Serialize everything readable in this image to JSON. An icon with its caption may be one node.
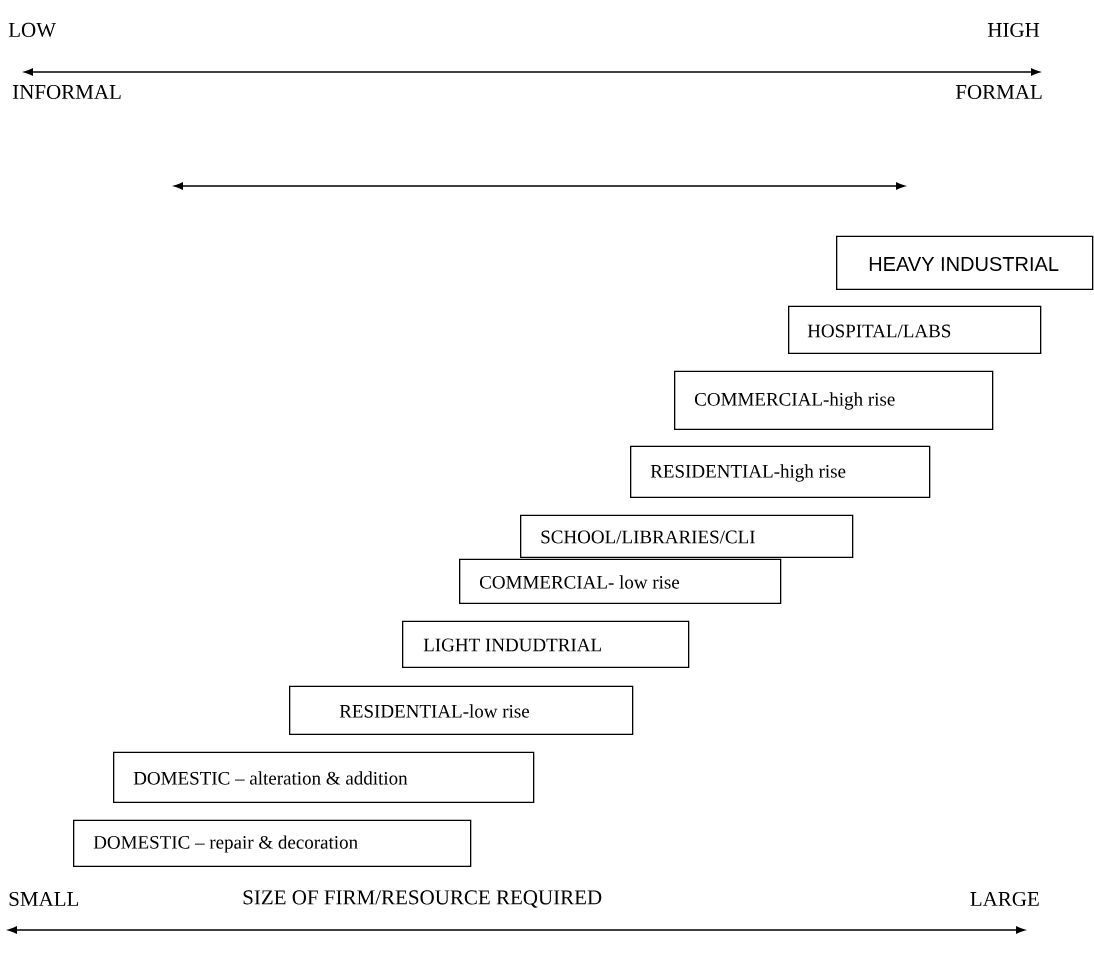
{
  "diagram": {
    "nodes": [
      {
        "text": [
          "HEAVY INDUSTRIAL"
        ]
      },
      {
        "text": [
          "HOSPITAL/LABS"
        ]
      },
      {
        "text": [
          "COMMERCIAL-high rise"
        ]
      },
      {
        "text": [
          "RESIDENTIAL-high rise"
        ]
      },
      {
        "text": [
          "SCHOOL/LIBRARIES/CLI"
        ]
      },
      {
        "text": [
          "COMMERCIAL- low rise"
        ]
      },
      {
        "text": [
          "LIGHT INDUDTRIAL"
        ]
      },
      {
        "text": [
          "RESIDENTIAL-low rise"
        ]
      },
      {
        "text": [
          "DOMESTIC – alteration & addition"
        ]
      },
      {
        "text": [
          "DOMESTIC – repair & decoration"
        ]
      }
    ],
    "labels": [
      "LOW",
      "HIGH",
      "INFORMAL",
      "FORMAL",
      "SMALL",
      "SIZE OF FIRM/RESOURCE REQUIRED",
      "LARGE"
    ]
  }
}
